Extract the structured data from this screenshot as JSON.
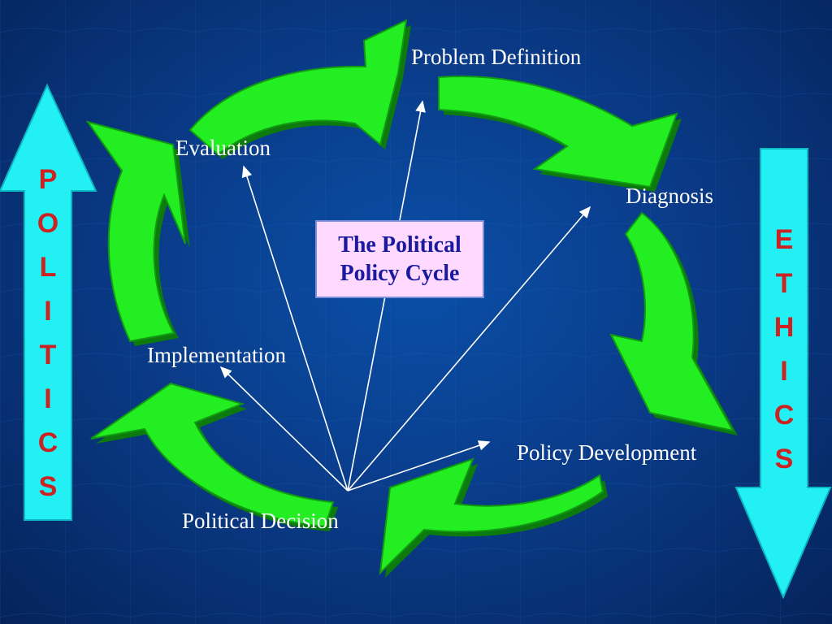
{
  "title": {
    "line1": "The Political",
    "line2": "Policy Cycle"
  },
  "stages": {
    "problem_definition": "Problem Definition",
    "diagnosis": "Diagnosis",
    "policy_development": "Policy Development",
    "political_decision": "Political Decision",
    "implementation": "Implementation",
    "evaluation": "Evaluation"
  },
  "side_arrows": {
    "left": {
      "letters": [
        "P",
        "O",
        "L",
        "I",
        "T",
        "I",
        "C",
        "S"
      ],
      "direction": "up"
    },
    "right": {
      "letters": [
        "E",
        "T",
        "H",
        "I",
        "C",
        "S"
      ],
      "direction": "down"
    }
  },
  "colors": {
    "background": "#0a3c8a",
    "cycle_arrow": "#22ee22",
    "cycle_arrow_shadow": "#0c7a0c",
    "side_arrow": "#22f0f5",
    "side_letters": "#cc2222",
    "title_box": "#ffd9ff",
    "title_text": "#1a1aa0",
    "label_text": "#ffffff"
  }
}
